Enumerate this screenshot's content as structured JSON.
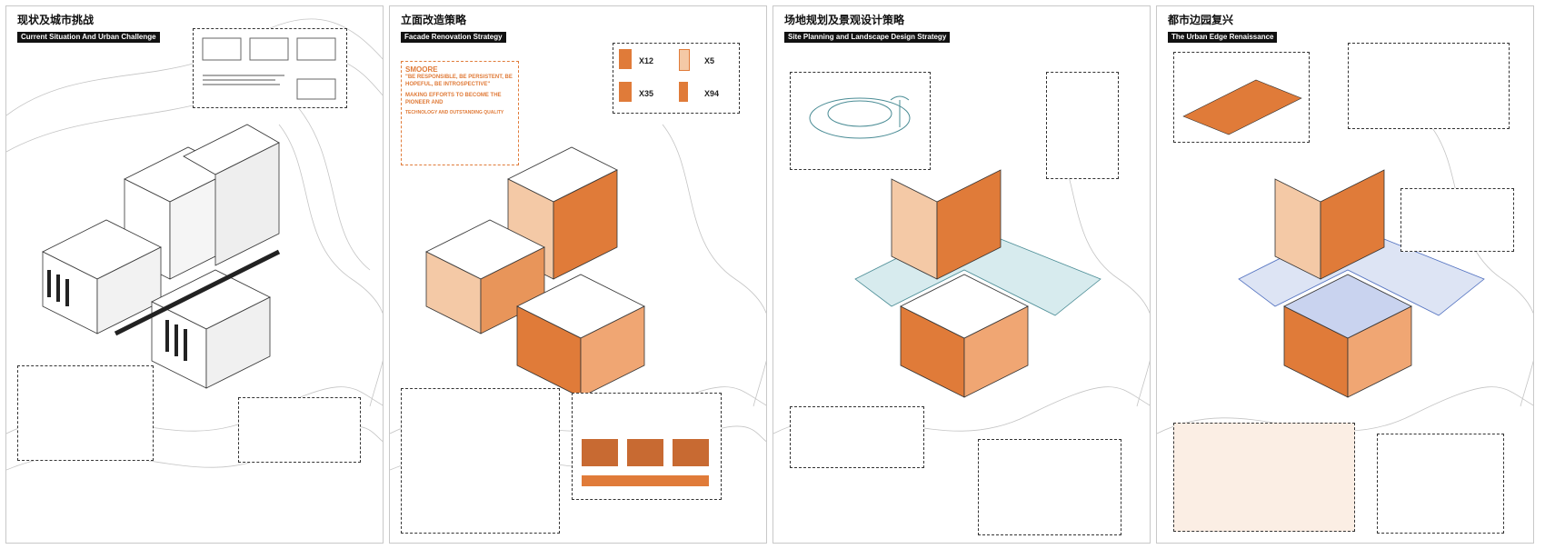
{
  "panels": [
    {
      "title_zh": "现状及城市挑战",
      "title_en": "Current Situation And Urban Challenge"
    },
    {
      "title_zh": "立面改造策略",
      "title_en": "Facade Renovation Strategy"
    },
    {
      "title_zh": "场地规划及景观设计策略",
      "title_en": "Site Planning and Landscape Design Strategy"
    },
    {
      "title_zh": "都市边园复兴",
      "title_en": "The Urban Edge Renaissance"
    }
  ],
  "facade_modules": [
    "X12",
    "X5",
    "X35",
    "X94"
  ],
  "slogan": {
    "brand": "SMOORE",
    "lines": [
      "\"BE RESPONSIBLE, BE PERSISTENT, BE HOPEFUL, BE INTROSPECTIVE\"",
      "MAKING EFFORTS TO BECOME THE PIONEER AND",
      "TECHNOLOGY AND OUTSTANDING QUALITY"
    ]
  },
  "colors": {
    "accent": "#e07b39",
    "accent_light": "#f4c9a6",
    "teal": "#4a8c95",
    "blue": "#4f6fbf",
    "line": "#333333",
    "contour": "#bcbcbc"
  },
  "icons": [
    "contour-map",
    "isometric-building",
    "palm-tree-icon"
  ]
}
